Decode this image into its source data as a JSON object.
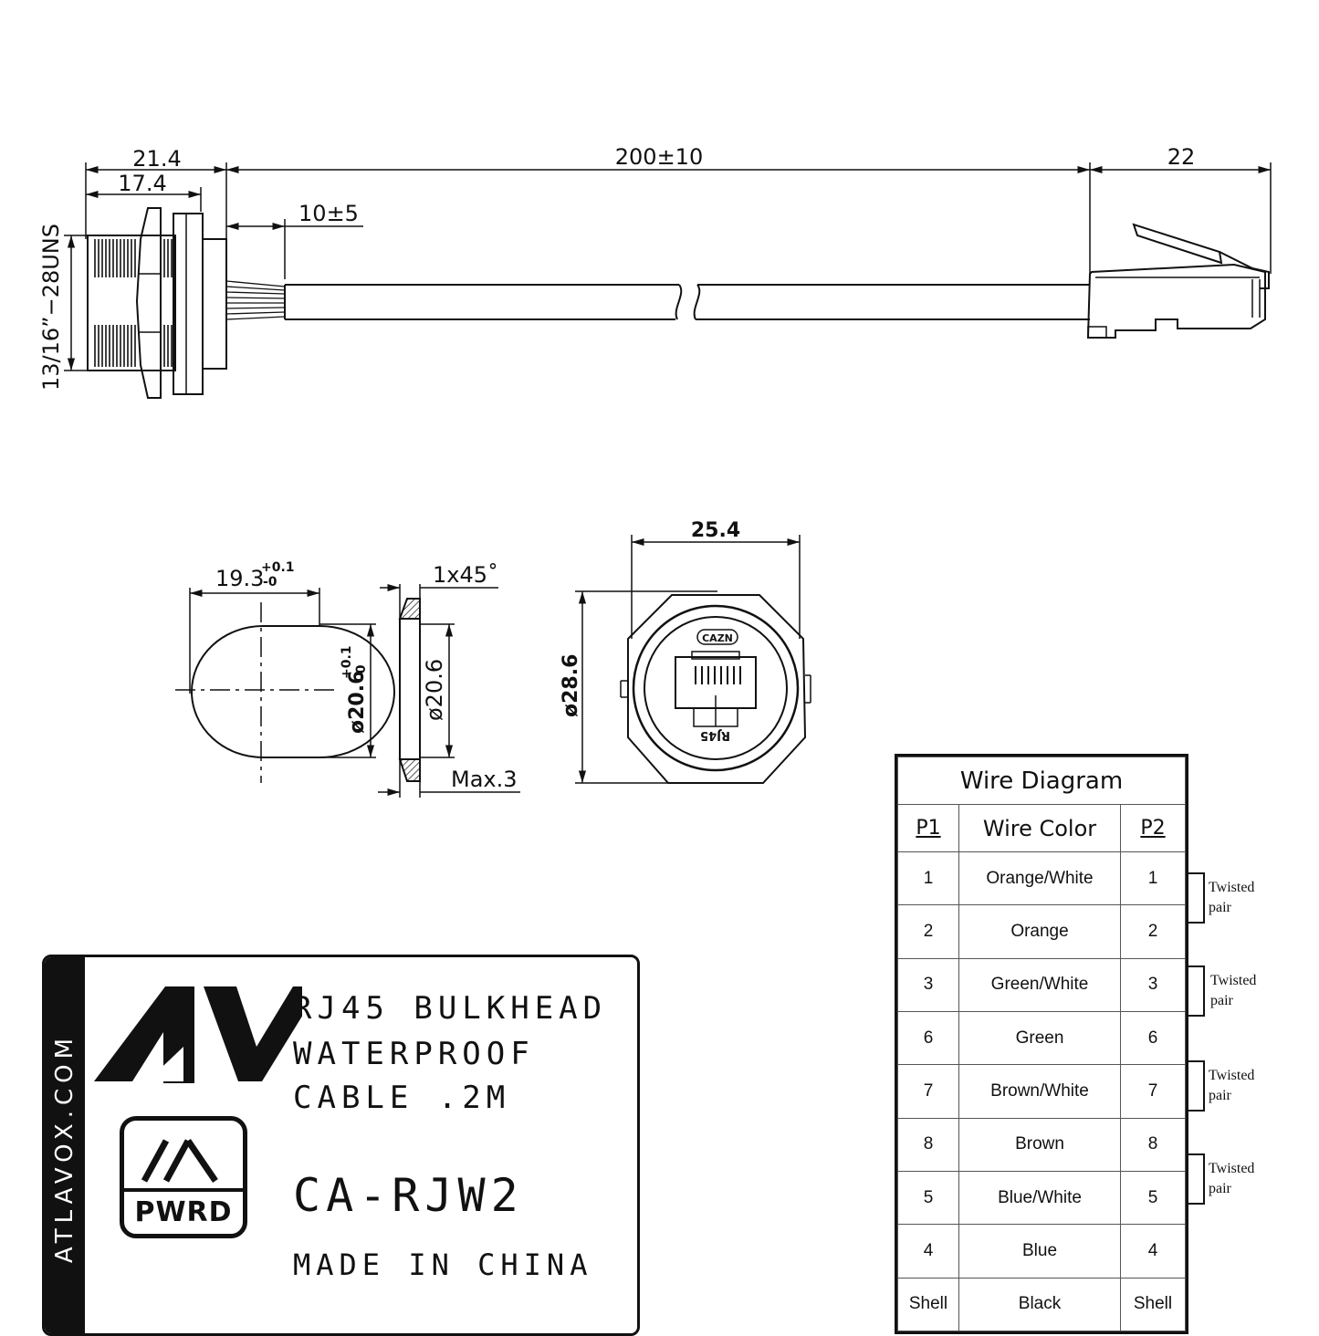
{
  "dimensions": {
    "top_view": {
      "overall_left": "21.4",
      "body_length": "17.4",
      "cable_length": "200±10",
      "plug_length": "22",
      "strip_length": "10±5",
      "thread": "13/16”−28UNS"
    },
    "panel_cutout": {
      "width": "19.3",
      "width_tol_upper": "+0.1",
      "width_tol_lower": "-0",
      "diameter": "ø20.6",
      "diameter_tol_upper": "+0.1",
      "diameter_tol_lower": "-0"
    },
    "gasket": {
      "chamfer": "1x45˚",
      "inner_diameter": "ø20.6",
      "thickness": "Max.3"
    },
    "front_view": {
      "width": "25.4",
      "height": "ø28.6",
      "logo": "CAZN",
      "port_label": "RJ45"
    }
  },
  "wire_diagram": {
    "title": "Wire Diagram",
    "headers": {
      "p1": "P1",
      "color": "Wire Color",
      "p2": "P2"
    },
    "rows": [
      {
        "p1": "1",
        "color": "Orange/White",
        "p2": "1"
      },
      {
        "p1": "2",
        "color": "Orange",
        "p2": "2"
      },
      {
        "p1": "3",
        "color": "Green/White",
        "p2": "3"
      },
      {
        "p1": "6",
        "color": "Green",
        "p2": "6"
      },
      {
        "p1": "7",
        "color": "Brown/White",
        "p2": "7"
      },
      {
        "p1": "8",
        "color": "Brown",
        "p2": "8"
      },
      {
        "p1": "5",
        "color": "Blue/White",
        "p2": "5"
      },
      {
        "p1": "4",
        "color": "Blue",
        "p2": "4"
      },
      {
        "p1": "Shell",
        "color": "Black",
        "p2": "Shell"
      }
    ],
    "pair_label_line1": "Twisted",
    "pair_label_line2": "pair"
  },
  "label": {
    "website": "ATLAVOX.COM",
    "line1": "RJ45 BULKHEAD",
    "line2": "WATERPROOF",
    "line3": "CABLE .2M",
    "model": "CA-RJW2",
    "origin": "MADE IN CHINA",
    "badge": "PWRD"
  }
}
